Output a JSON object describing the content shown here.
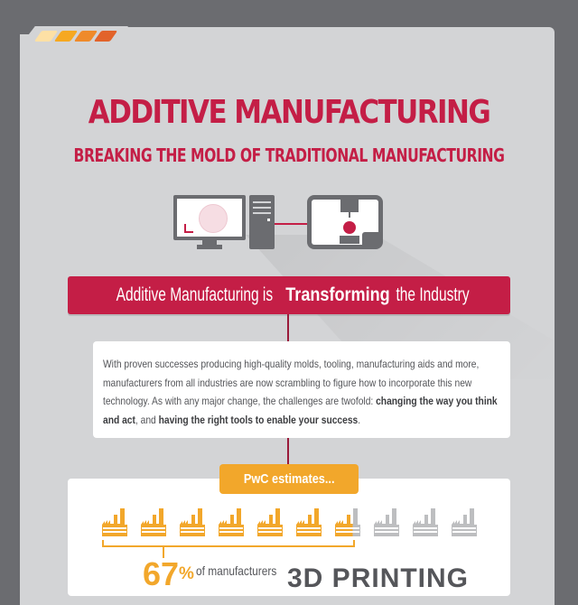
{
  "header": {
    "tab_stripes": [
      "#fde0a5",
      "#f6a821",
      "#ef8a2a",
      "#e2632a"
    ],
    "title": "ADDITIVE MANUFACTURING",
    "subtitle": "BREAKING THE MOLD OF TRADITIONAL MANUFACTURING"
  },
  "illustration": {
    "icons": [
      "computer-monitor-icon",
      "pc-tower-icon",
      "3d-printer-icon"
    ]
  },
  "banner": {
    "prefix": "Additive Manufacturing is ",
    "emphasis": "Transforming",
    "suffix": " the Industry"
  },
  "intro": {
    "text_1": "With proven successes producing high-quality molds, tooling, manufacturing aids and more, manufacturers from all industries are now scrambling to figure how to incorporate this new technology. As with any major change, the challenges are twofold: ",
    "bold_1": "changing the way you think and act",
    "text_2": ", and ",
    "bold_2": "having the right tools to enable your success",
    "text_3": "."
  },
  "stat": {
    "label": "PwC estimates...",
    "factory_count": 10,
    "highlighted": 6.7,
    "percent": "67",
    "percent_sign": "%",
    "caption": "of manufacturers",
    "headline": "3D PRINTING",
    "colors": {
      "active": "#f2a72b",
      "inactive": "#bdbec0"
    }
  },
  "colors": {
    "brand_red": "#c41e46",
    "frame_gray": "#6b6c70",
    "panel_gray": "#d3d4d6",
    "accent_orange": "#f2a72b"
  }
}
